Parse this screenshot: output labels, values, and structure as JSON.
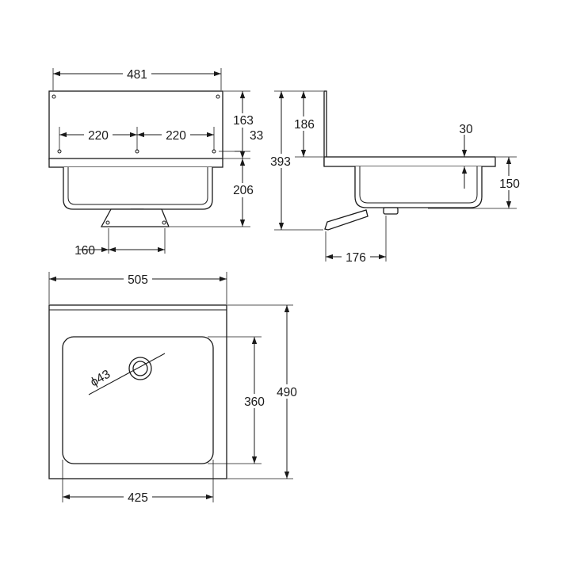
{
  "drawing": {
    "line_color": "#1a1a1a",
    "background": "#ffffff",
    "front_view": {
      "overall_width": "481",
      "hole_spacing_left": "220",
      "hole_spacing_right": "220",
      "backplate_height": "163",
      "hole_offset": "33",
      "bowl_depth": "206",
      "bracket_width": "160"
    },
    "side_view": {
      "backplate_height": "186",
      "overall_height": "393",
      "rim_thickness": "30",
      "bowl_depth": "150",
      "drain_offset": "176"
    },
    "top_view": {
      "overall_width": "505",
      "overall_depth": "490",
      "bowl_depth": "360",
      "bowl_width": "425",
      "drain_diameter": "ϕ43"
    }
  }
}
